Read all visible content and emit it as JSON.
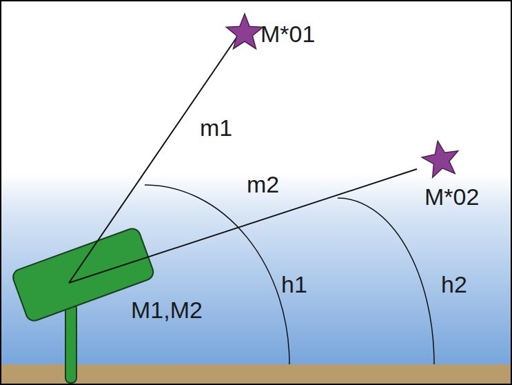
{
  "diagram": {
    "labels": [
      "M*01",
      "m1",
      "m2",
      "M*02",
      "h1",
      "h2",
      "M1,M2"
    ]
  }
}
